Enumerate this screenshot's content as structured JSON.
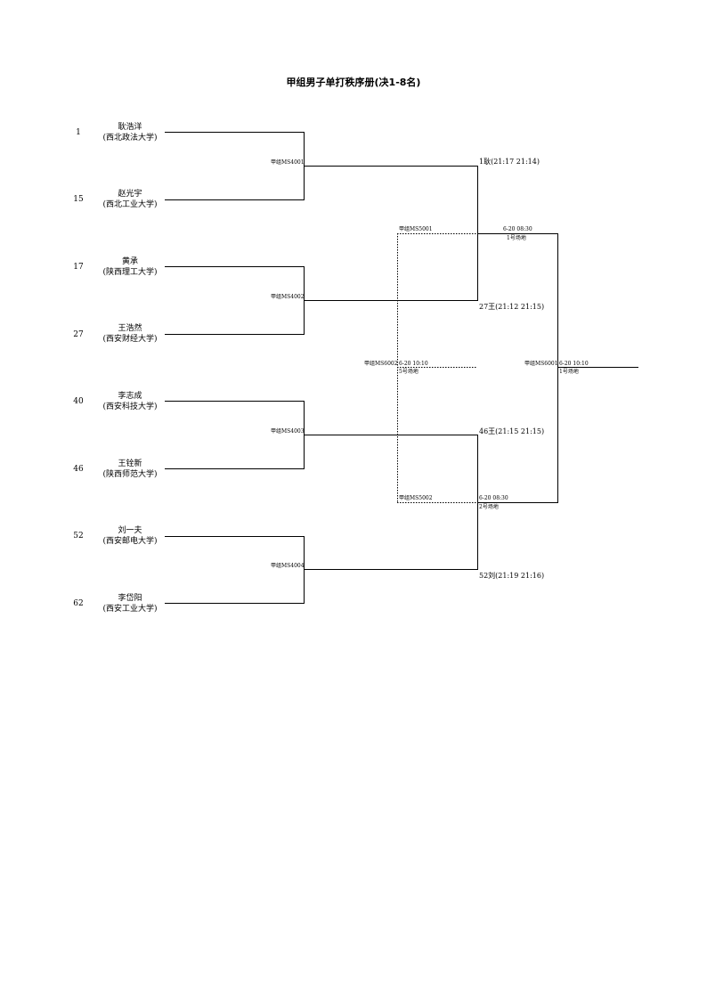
{
  "title": "甲组男子单打秩序册(决1-8名)",
  "players": [
    {
      "seed": "1",
      "name": "耿浩洋",
      "school": "(西北政法大学)"
    },
    {
      "seed": "15",
      "name": "赵光宇",
      "school": "(西北工业大学)"
    },
    {
      "seed": "17",
      "name": "黄承",
      "school": "(陕西理工大学)"
    },
    {
      "seed": "27",
      "name": "王浩然",
      "school": "(西安财经大学)"
    },
    {
      "seed": "40",
      "name": "李志成",
      "school": "(西安科技大学)"
    },
    {
      "seed": "46",
      "name": "王铨新",
      "school": "(陕西师范大学)"
    },
    {
      "seed": "52",
      "name": "刘一夫",
      "school": "(西安邮电大学)"
    },
    {
      "seed": "62",
      "name": "李岱阳",
      "school": "(西安工业大学)"
    }
  ],
  "round1": [
    {
      "code": "甲组MS4001",
      "result": "1耿(21:17 21:14)"
    },
    {
      "code": "甲组MS4002",
      "result": "27王(21:12 21:15)"
    },
    {
      "code": "甲组MS4003",
      "result": "46王(21:15 21:15)"
    },
    {
      "code": "甲组MS4004",
      "result": "52刘(21:19 21:16)"
    }
  ],
  "semis": [
    {
      "code": "甲组MS5001",
      "time": "6-20 08:30",
      "court": "1号场地"
    },
    {
      "code": "甲组MS5002",
      "time": "6-20 08:30",
      "court": "2号场地"
    }
  ],
  "playoff": {
    "code": "甲组MS6002",
    "time": "6-20 10:10",
    "court": "5号场地"
  },
  "final": {
    "code": "甲组MS6001",
    "time": "6-20 10:10",
    "court": "1号场地"
  }
}
